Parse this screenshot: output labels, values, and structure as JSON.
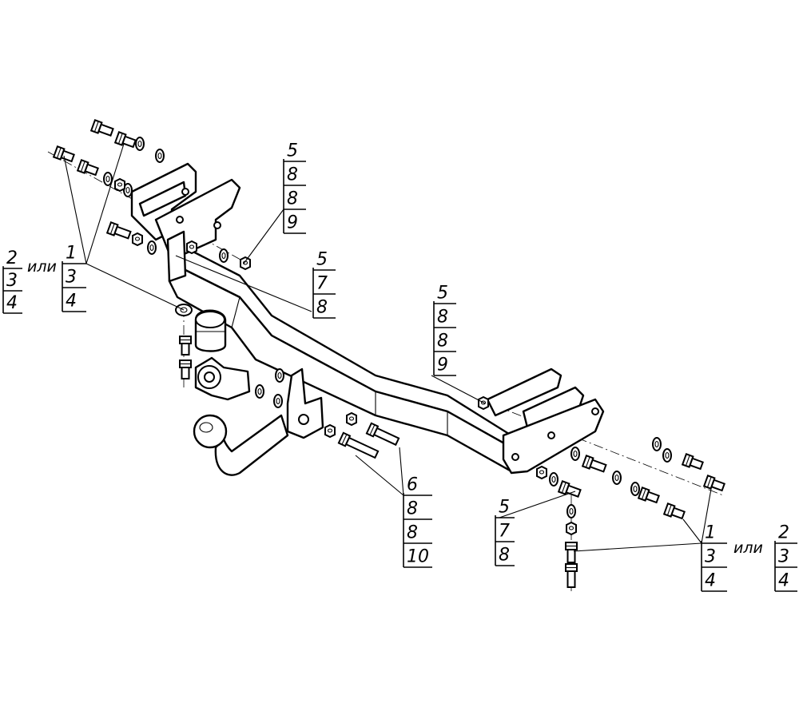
{
  "callouts": [
    {
      "id": "top-center",
      "numbers": [
        "5",
        "8",
        "8",
        "9"
      ]
    },
    {
      "id": "mid-center",
      "numbers": [
        "5",
        "7",
        "8"
      ]
    },
    {
      "id": "mid-right",
      "numbers": [
        "5",
        "8",
        "8",
        "9"
      ]
    },
    {
      "id": "left-a",
      "numbers": [
        "2",
        "3",
        "4"
      ]
    },
    {
      "id": "left-b",
      "numbers": [
        "1",
        "3",
        "4"
      ]
    },
    {
      "id": "bottom-center",
      "numbers": [
        "6",
        "8",
        "8",
        "10"
      ]
    },
    {
      "id": "bottom-right",
      "numbers": [
        "5",
        "7",
        "8"
      ]
    },
    {
      "id": "right-a",
      "numbers": [
        "1",
        "3",
        "4"
      ]
    },
    {
      "id": "right-b",
      "numbers": [
        "2",
        "3",
        "4"
      ]
    }
  ],
  "or_word": "или"
}
